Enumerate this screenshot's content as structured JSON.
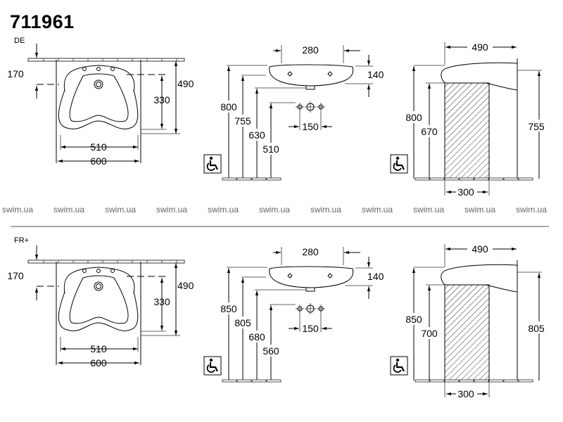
{
  "title": "711961",
  "watermark": "swim.ua",
  "colors": {
    "line": "#000000",
    "watermark": "#666666",
    "divider": "#555555"
  },
  "sections": [
    {
      "label": "DE",
      "plan": {
        "depth_to_tap": "170",
        "inner_depth": "330",
        "depth": "490",
        "inner_width": "510",
        "width": "600"
      },
      "front": {
        "tap_spacing": "280",
        "thickness": "140",
        "rim_height": "800",
        "h2": "755",
        "h3": "630",
        "h4": "510",
        "drain_spacing": "150"
      },
      "side": {
        "projection": "490",
        "rim_height": "800",
        "h2": "670",
        "h3": "755",
        "pedestal_depth": "300"
      },
      "accessibility_icon": "wheelchair-icon"
    },
    {
      "label": "FR+",
      "plan": {
        "depth_to_tap": "170",
        "inner_depth": "330",
        "depth": "490",
        "inner_width": "510",
        "width": "600"
      },
      "front": {
        "tap_spacing": "280",
        "thickness": "140",
        "rim_height": "850",
        "h2": "805",
        "h3": "680",
        "h4": "560",
        "drain_spacing": "150"
      },
      "side": {
        "projection": "490",
        "rim_height": "850",
        "h2": "700",
        "h3": "805",
        "pedestal_depth": "300"
      },
      "accessibility_icon": "wheelchair-icon"
    }
  ]
}
